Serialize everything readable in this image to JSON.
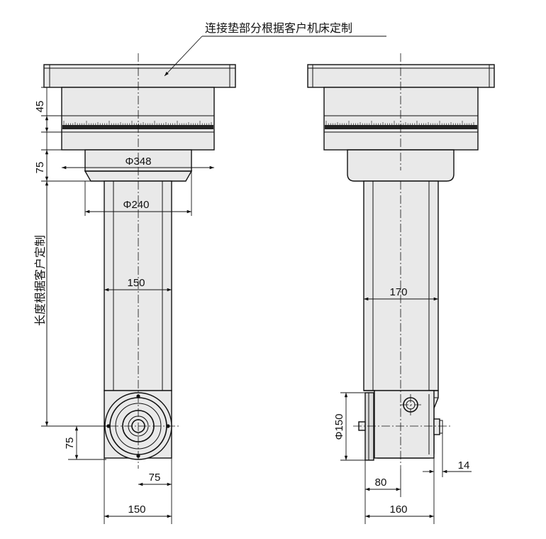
{
  "notes": {
    "pad_note": "连接垫部分根据客户机床定制",
    "length_note": "长度根据客户定制"
  },
  "front_view": {
    "dim_45": "45",
    "dim_75_upper": "75",
    "dim_phi348": "Φ348",
    "dim_phi240": "Φ240",
    "dim_150_mid": "150",
    "dim_75_lower": "75",
    "dim_75_horizontal": "75",
    "dim_150_bottom": "150"
  },
  "side_view": {
    "dim_170": "170",
    "dim_phi150": "Φ150",
    "dim_80": "80",
    "dim_14": "14",
    "dim_160": "160"
  },
  "colors": {
    "line": "#111111",
    "part_fill": "#e9e9e9",
    "background": "#ffffff"
  }
}
